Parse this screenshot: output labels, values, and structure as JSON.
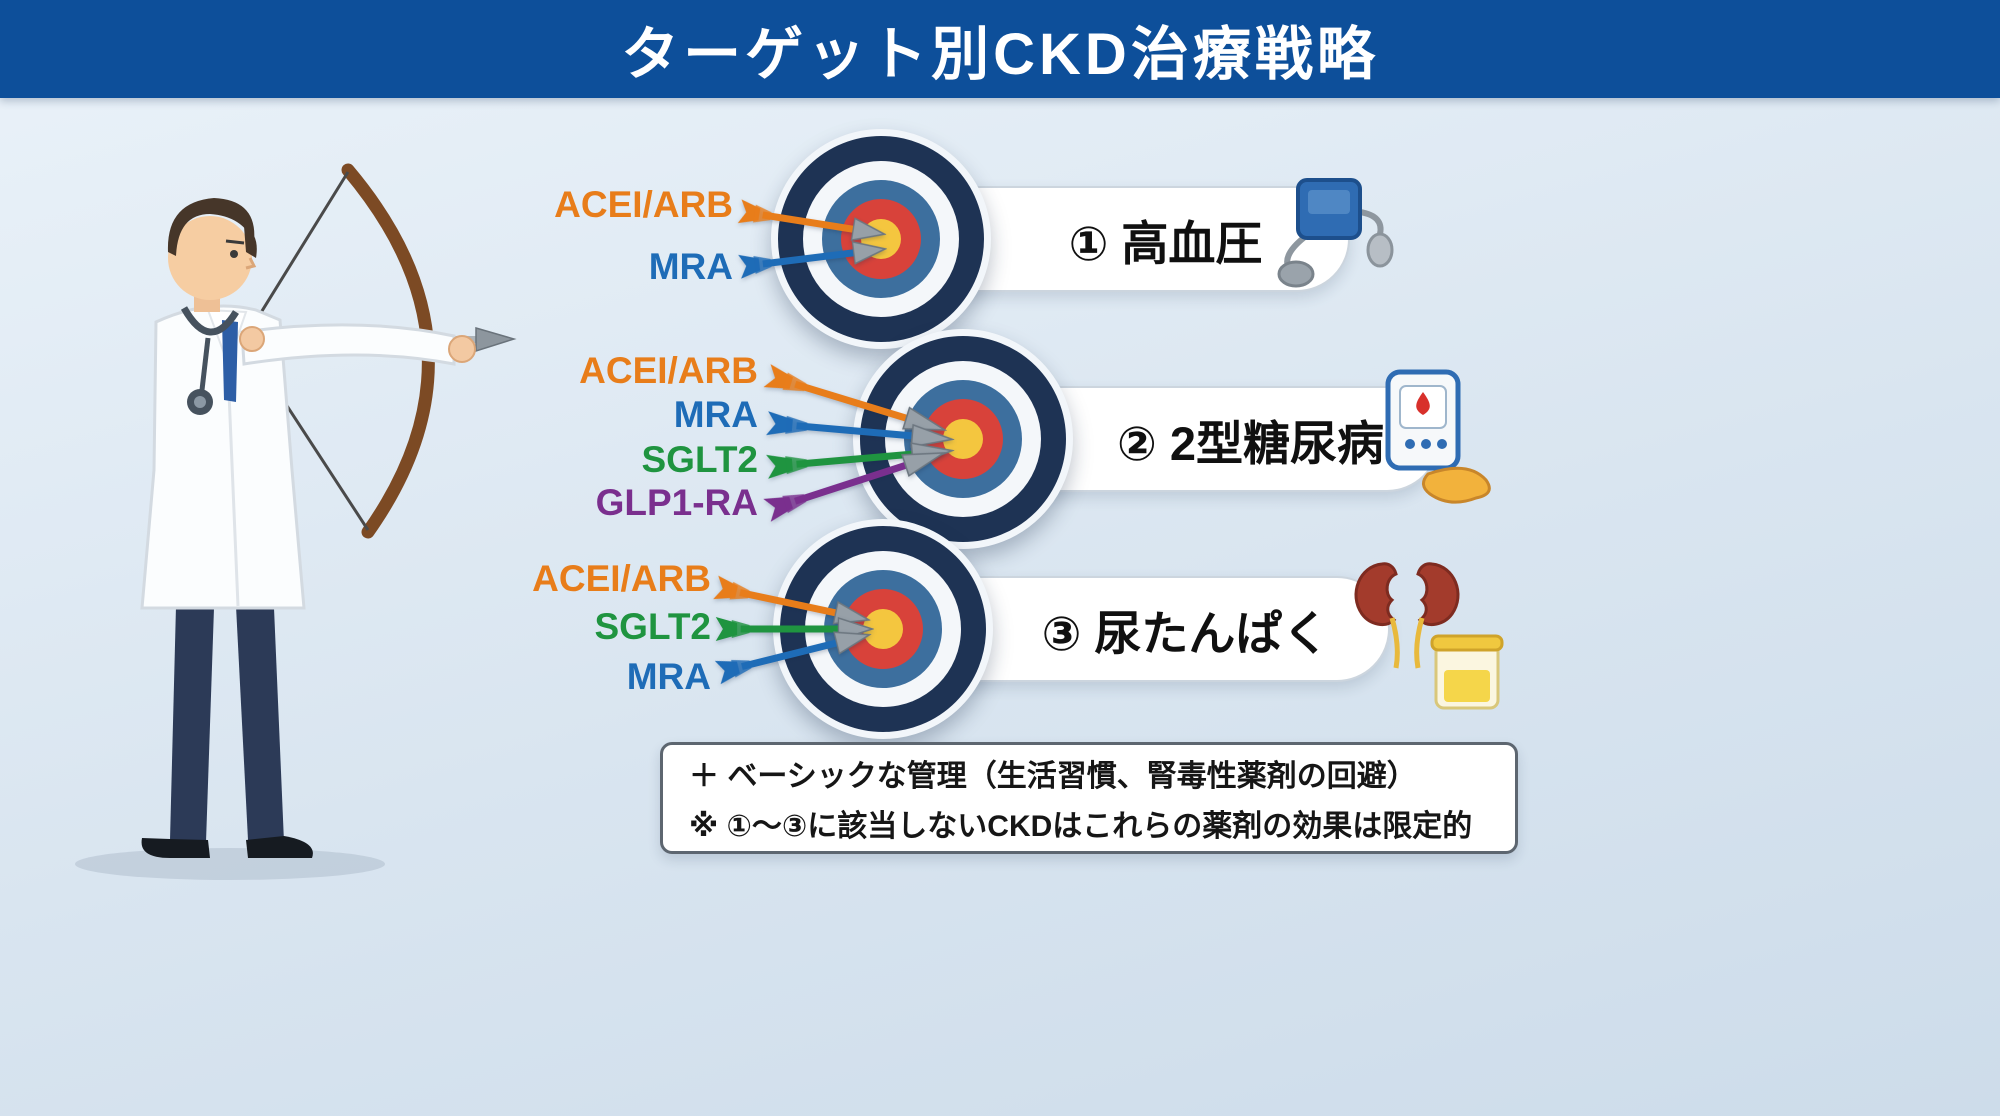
{
  "header": {
    "title": "ターゲット別CKD治療戦略",
    "bg": "#0d4f9a",
    "text_color": "#ffffff"
  },
  "targets": [
    {
      "label": "① 高血圧",
      "icons": [
        "blood-pressure-monitor"
      ],
      "arrows": [
        {
          "label": "ACEI/ARB",
          "color": "#e87d1a"
        },
        {
          "label": "MRA",
          "color": "#1e6cb7"
        }
      ]
    },
    {
      "label": "② 2型糖尿病",
      "icons": [
        "glucometer",
        "pancreas"
      ],
      "arrows": [
        {
          "label": "ACEI/ARB",
          "color": "#e87d1a"
        },
        {
          "label": "MRA",
          "color": "#1e6cb7"
        },
        {
          "label": "SGLT2",
          "color": "#1f9440"
        },
        {
          "label": "GLP1-RA",
          "color": "#7a2f8e"
        }
      ]
    },
    {
      "label": "③ 尿たんぱく",
      "icons": [
        "kidneys",
        "urine-cup"
      ],
      "arrows": [
        {
          "label": "ACEI/ARB",
          "color": "#e87d1a"
        },
        {
          "label": "SGLT2",
          "color": "#1f9440"
        },
        {
          "label": "MRA",
          "color": "#1e6cb7"
        }
      ]
    }
  ],
  "note": {
    "line1": "＋ ベーシックな管理（生活習慣、腎毒性薬剤の回避）",
    "line2": "※ ①〜③に該当しないCKDはこれらの薬剤の効果は限定的"
  },
  "palette": {
    "background": "#d9e5f0",
    "ring_outer": "#1e3354",
    "ring_white": "#f4f7fa",
    "ring_blue": "#3d6f9e",
    "ring_red": "#d8423a",
    "ring_center": "#f4c63f",
    "banner_bg": "#ffffff",
    "arrowhead": "#97a0a8"
  }
}
